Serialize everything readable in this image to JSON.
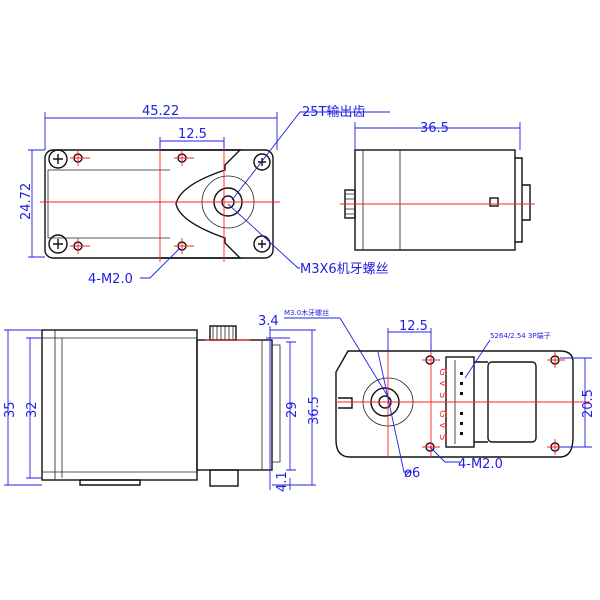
{
  "title": "Servo dimension drawing",
  "top_view": {
    "width": "45.22",
    "gear_offset": "12.5",
    "height": "24.72",
    "gear_label": "25T输出齿",
    "screw_label": "M3X6机牙螺丝",
    "holes_label": "4-M2.0"
  },
  "side_view": {
    "length": "36.5"
  },
  "front_view": {
    "total_height": "35",
    "body_height": "32",
    "top_offset": "3.4",
    "screw_label": "M3.0木牙螺丝",
    "inner_height": "29",
    "outer_height": "36.5",
    "bottom_offset": "4.1"
  },
  "bottom_view": {
    "offset": "12.5",
    "connector_label": "5264/2.54 3P端子",
    "hole_spacing": "20.5",
    "shaft_dia": "ø6",
    "holes_label": "4-M2.0",
    "pins_top": [
      "G",
      "V",
      "S"
    ],
    "pins_bottom": [
      "G",
      "V",
      "S"
    ]
  },
  "colors": {
    "dimension": "#2020e0",
    "centerline": "#ff2020",
    "outline": "#111111"
  }
}
